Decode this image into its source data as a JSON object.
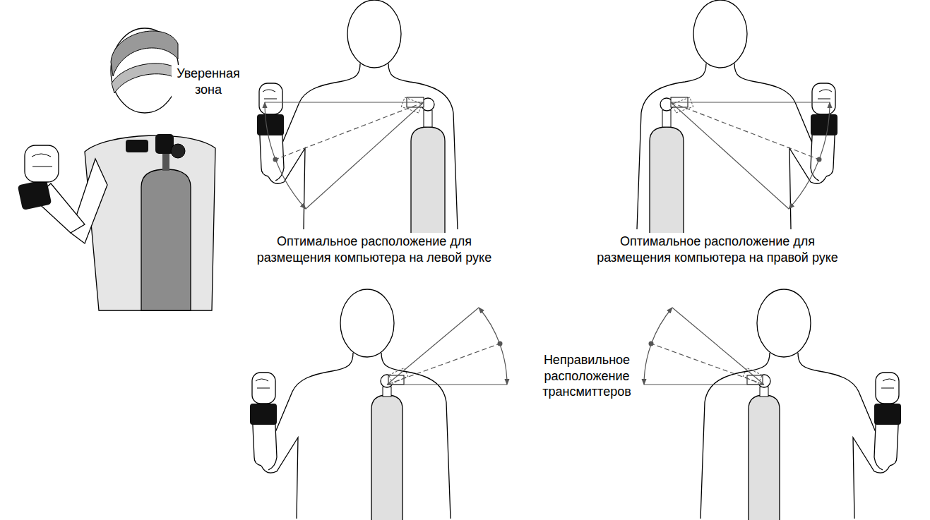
{
  "diagram": {
    "labels": [
      "Уверенная зона",
      "Оптимальное расположение для размещения компьютера на левой руке",
      "Оптимальное расположение для размещения компьютера на правой руке",
      "Неправильное расположение трансмиттеров"
    ]
  }
}
